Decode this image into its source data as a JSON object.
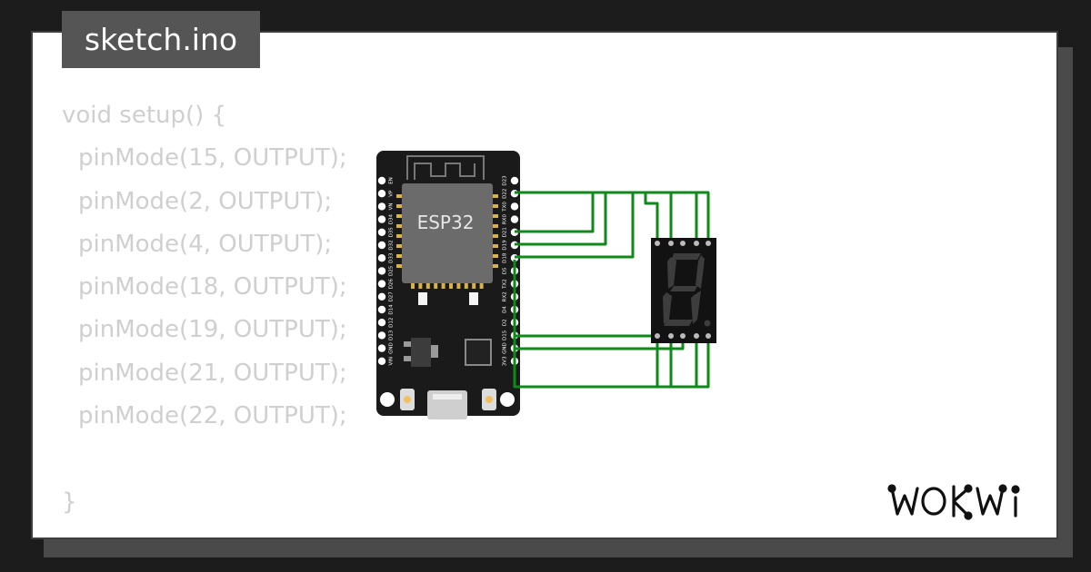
{
  "editor": {
    "filename": "sketch.ino",
    "code_lines": [
      "void setup() {",
      "pinMode(15, OUTPUT);",
      "pinMode(2, OUTPUT);",
      "pinMode(4, OUTPUT);",
      "pinMode(18, OUTPUT);",
      "pinMode(19, OUTPUT);",
      "pinMode(21, OUTPUT);",
      "pinMode(22, OUTPUT);",
      "",
      "}"
    ]
  },
  "board": {
    "name": "ESP32",
    "left_pins": [
      "EN",
      "VP",
      "VN",
      "D34",
      "D35",
      "D32",
      "D33",
      "D25",
      "D26",
      "D27",
      "D14",
      "D12",
      "D13",
      "GND",
      "VIN"
    ],
    "right_pins": [
      "D23",
      "D22",
      "TX0",
      "RX0",
      "D21",
      "D19",
      "D18",
      "D5",
      "TX2",
      "RX2",
      "D4",
      "D2",
      "D15",
      "GND",
      "3V3"
    ]
  },
  "display": {
    "type": "7-segment"
  },
  "brand": {
    "name": "WOKWi"
  },
  "colors": {
    "background": "#1c1c1c",
    "wire": "#0f8a1a",
    "board": "#1a1a1a",
    "code_text": "#cfcfcf",
    "tab": "#555555"
  }
}
